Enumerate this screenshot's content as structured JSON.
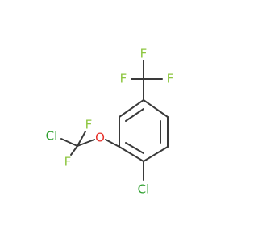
{
  "colors": {
    "bond": "#3a3a3a",
    "fluorine": "#8dc63f",
    "chlorine": "#30a030",
    "oxygen": "#e8302a"
  },
  "atoms": {
    "f_top": "F",
    "f_left": "F",
    "f_right": "F",
    "cl_side_chain": "Cl",
    "f_side_chain_right": "F",
    "f_side_chain_bottom": "F",
    "o": "O",
    "cl_ring": "Cl"
  }
}
